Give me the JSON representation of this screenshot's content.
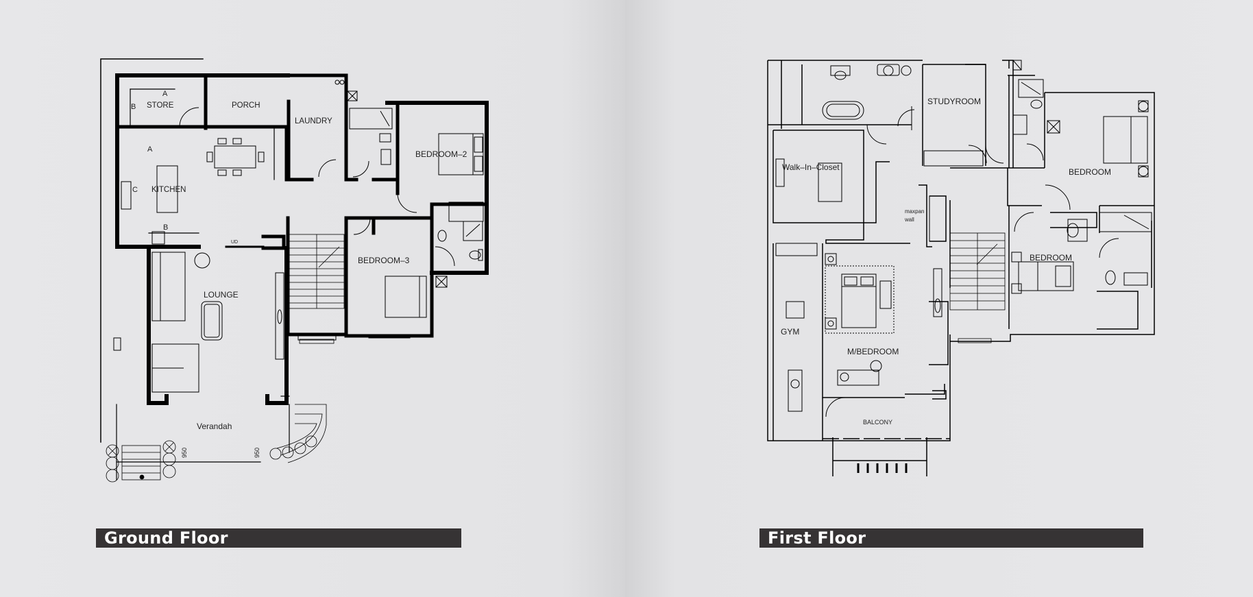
{
  "ground_floor": {
    "title": "Ground Floor",
    "rooms": {
      "store": "STORE",
      "porch": "PORCH",
      "laundry": "LAUNDRY",
      "bedroom2": "BEDROOM–2",
      "kitchen": "KITCHEN",
      "bedroom3": "BEDROOM–3",
      "lounge": "LOUNGE",
      "verandah": "Verandah"
    },
    "marks": {
      "a1": "A",
      "b1": "B",
      "a2": "A",
      "c": "C",
      "b2": "B",
      "ud": "UD",
      "dim1": "950",
      "dim2": "950"
    }
  },
  "first_floor": {
    "title": "First Floor",
    "rooms": {
      "studyroom": "STUDYROOM",
      "walk_in_closet": "Walk–In–Closet",
      "bedroom_a": "BEDROOM",
      "bedroom_b": "BEDROOM",
      "gym": "GYM",
      "master_bedroom": "M/BEDROOM",
      "balcony": "BALCONY"
    },
    "notes": {
      "maxpan_line1": "maxpan",
      "maxpan_line2": "wall"
    }
  },
  "colors": {
    "background": "#e6e6e8",
    "banner": "#363334",
    "wall": "#000000"
  }
}
